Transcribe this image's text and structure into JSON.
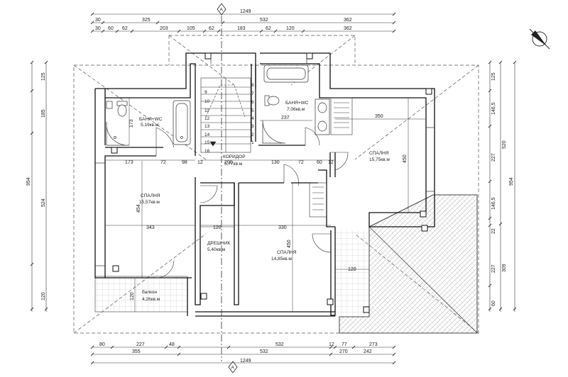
{
  "section_marker": "A",
  "dims_top_total": "1249",
  "dims_top_row1": [
    "30",
    "325",
    "532",
    "362"
  ],
  "dims_top_row2": [
    "30",
    "60",
    "62",
    "203",
    "105",
    "62",
    "183",
    "62",
    "120",
    "362"
  ],
  "dims_bottom_total": "1249",
  "dims_bottom_row1": [
    "80",
    "227",
    "48",
    "532",
    "12",
    "77",
    "273"
  ],
  "dims_bottom_row2": [
    "355",
    "532",
    "270",
    "242"
  ],
  "dims_left_total": "954",
  "dims_left_row1": [
    "125",
    "185",
    "524",
    "120"
  ],
  "dims_right_total": "954",
  "dims_right_row1": [
    "125",
    "146,5",
    "227",
    "146,5",
    "22",
    "227",
    "60"
  ],
  "dims_right_row2": [
    "520",
    "309"
  ],
  "rooms": {
    "bath1_name": "БАНЯ+WC",
    "bath1_area": "5,19кв.м",
    "bath2_name": "БАНЯ+WC",
    "bath2_area": "7,06кв.м",
    "corridor_name": "КОРИДОР",
    "corridor_area": "5,77кв.м",
    "bed1_name": "СПАЛНЯ",
    "bed1_area": "15,57кв.м",
    "bed2_name": "СПАЛНЯ",
    "bed2_area": "15,75кв.м",
    "bed3_name": "СПАЛНЯ",
    "bed3_area": "14,85кв.м",
    "closet_name": "ДРЕШНИК",
    "closet_area": "5,40кв.м",
    "balcony_name": "балкон",
    "balcony_area": "4,26кв.м"
  },
  "inner_dims": {
    "d173a": "173",
    "d173b": "173",
    "d72a": "72",
    "d98": "98",
    "d12a": "12",
    "d200": "200",
    "d130": "130",
    "d72b": "72",
    "d60": "60",
    "d12b": "12",
    "d350": "350",
    "d450a": "450",
    "d237": "237",
    "d454": "454",
    "d343": "343",
    "d120a": "120",
    "d330": "330",
    "d450b": "450",
    "d120b": "120",
    "d120c": "120"
  },
  "stair_left": [
    "9",
    "10",
    "11",
    "12",
    "13",
    "14",
    "15",
    "16"
  ],
  "stair_right": [
    "8",
    "7",
    "6",
    "5",
    "4",
    "3",
    "2",
    "1"
  ]
}
